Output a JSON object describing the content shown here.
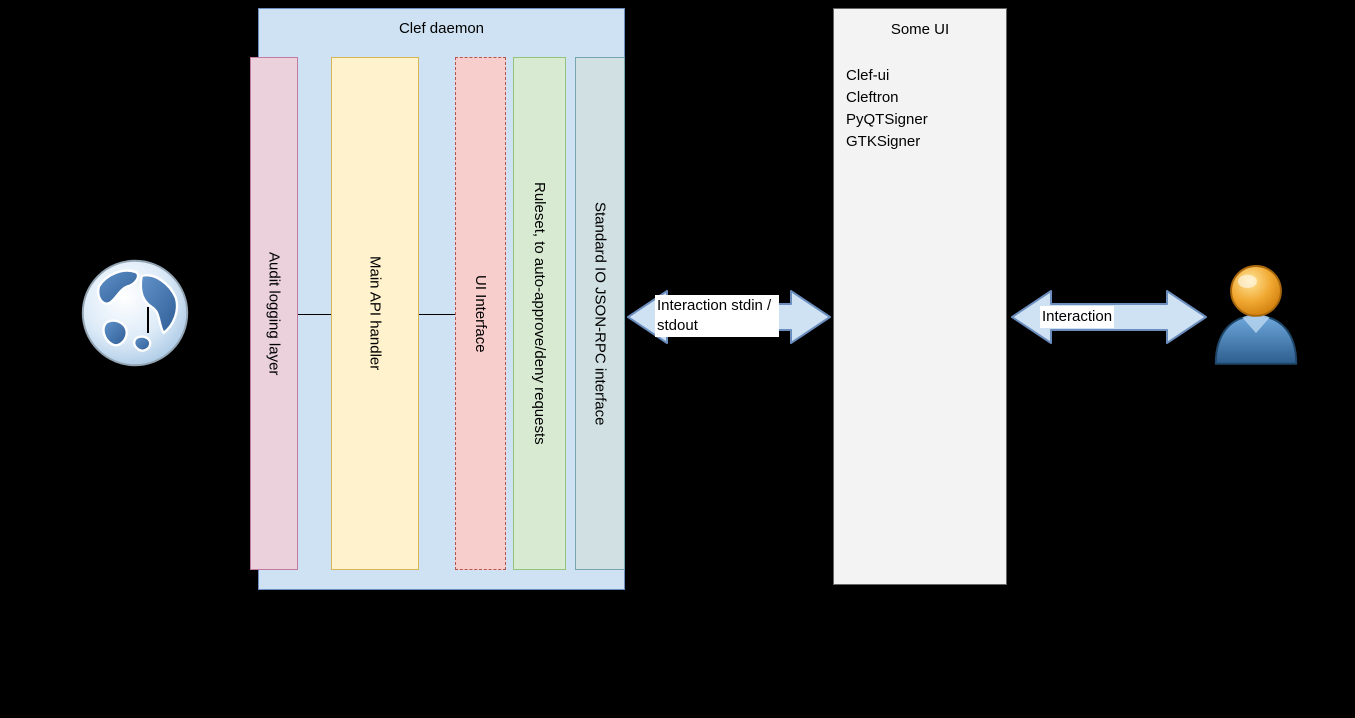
{
  "clef_daemon": {
    "title": "Clef daemon",
    "layers": [
      {
        "label": "Audit logging layer"
      },
      {
        "label": "Main API handler"
      },
      {
        "label": "UI Interface"
      },
      {
        "label": "Ruleset, to auto-approve/deny requests"
      },
      {
        "label": "Standard IO JSON-RPC interface"
      }
    ]
  },
  "some_ui": {
    "title": "Some UI",
    "items": [
      "Clef-ui",
      "Cleftron",
      "PyQTSigner",
      "GTKSigner"
    ]
  },
  "arrows": {
    "daemon_ui": {
      "label": "Interaction stdin / stdout"
    },
    "ui_user": {
      "label": "Interaction"
    }
  },
  "icons": {
    "left_endpoint": "globe-icon",
    "right_endpoint": "user-icon"
  },
  "colors": {
    "background": "#000000",
    "clef_daemon_fill": "#cfe2f3",
    "audit_fill": "#ead1dc",
    "main_api_fill": "#fff2cc",
    "ui_interface_fill": "#f8cecc",
    "ruleset_fill": "#d9ead3",
    "stdio_fill": "#d0e0e3",
    "some_ui_fill": "#f3f3f3",
    "arrow_fill": "#cfe2f3",
    "label_background": "#ffffff"
  }
}
